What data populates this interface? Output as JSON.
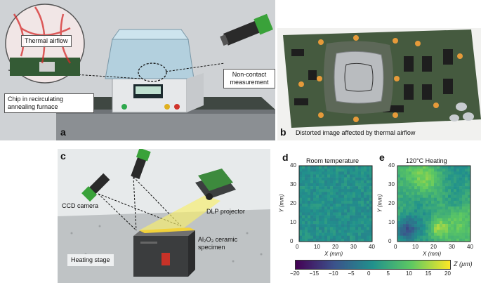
{
  "panels": {
    "a": {
      "label": "a",
      "thermal_label": "Thermal airflow",
      "chip_label": "Chip in recirculating annealing furnace",
      "noncontact_label": "Non-contact measurement"
    },
    "b": {
      "label": "b",
      "caption": "Distorted image affected by thermal airflow"
    },
    "c": {
      "label": "c",
      "camera_label": "CCD camera",
      "projector_label": "DLP projector",
      "specimen_label": "Al₂O₃ ceramic specimen",
      "stage_label": "Heating stage"
    },
    "d": {
      "label": "d",
      "title": "Room temperature"
    },
    "e": {
      "label": "e",
      "title": "120°C Heating"
    }
  },
  "maps": {
    "xlabel": "X (mm)",
    "ylabel": "Y (mm)",
    "ticks": [
      "0",
      "10",
      "20",
      "30",
      "40"
    ],
    "range": [
      0,
      40
    ]
  },
  "colorbar": {
    "label": "Z (µm)",
    "ticks": [
      "−20",
      "−15",
      "−10",
      "−5",
      "0",
      "5",
      "10",
      "15",
      "20"
    ],
    "range": [
      -20,
      20
    ],
    "colors": [
      "#440154",
      "#3b528b",
      "#21918c",
      "#5ec962",
      "#fde725"
    ]
  }
}
